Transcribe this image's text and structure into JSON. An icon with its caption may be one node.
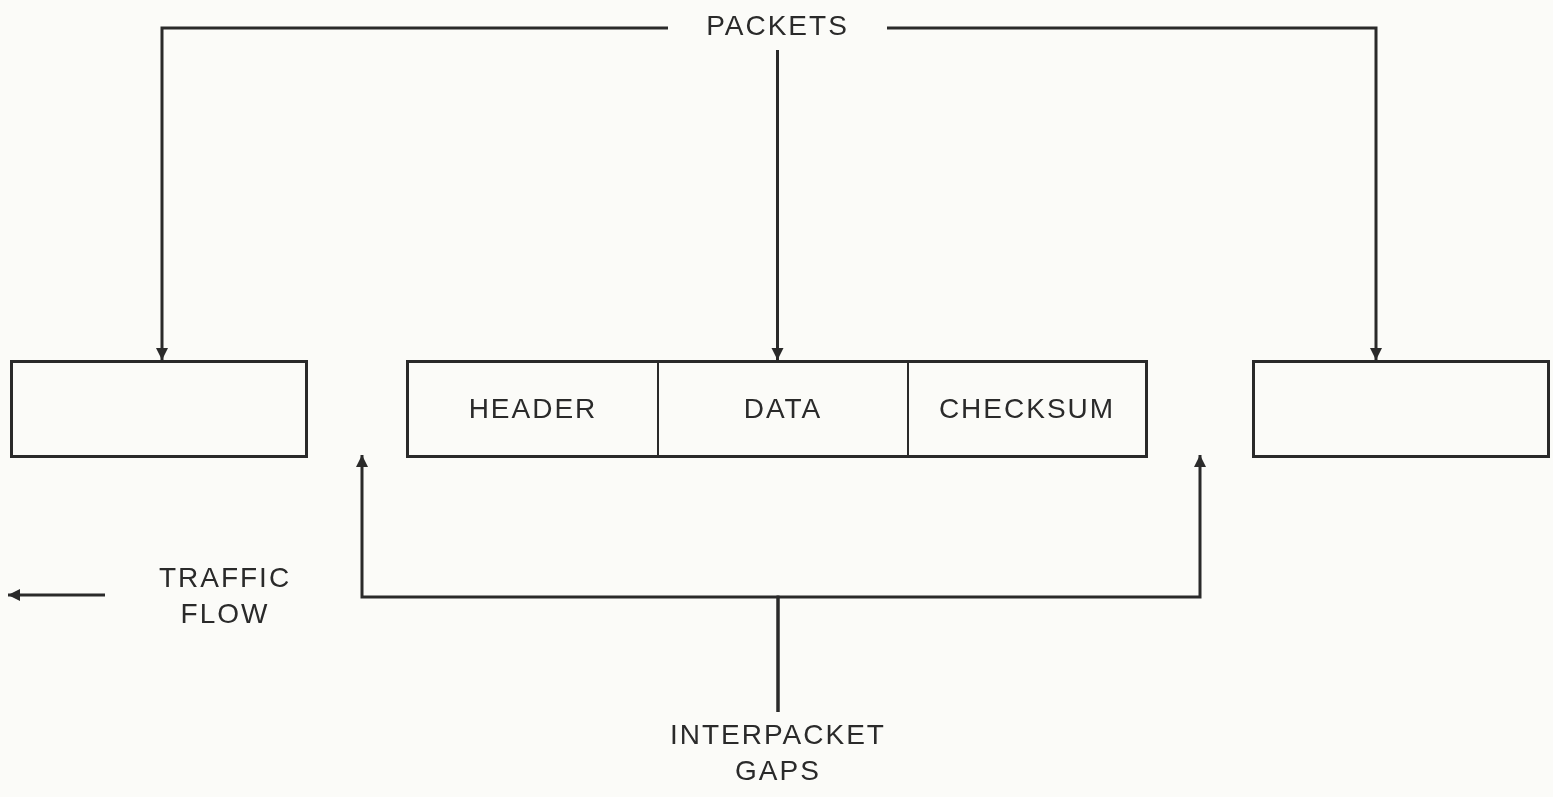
{
  "diagram": {
    "nodes": [
      {
        "text": [
          "PACKETS"
        ]
      },
      {
        "text": [],
        "shape": "box"
      },
      {
        "text": [],
        "shape": "box"
      },
      {
        "text": [
          "HEADER"
        ],
        "in": 2
      },
      {
        "text": [
          "DATA"
        ],
        "in": 2
      },
      {
        "text": [
          "CHECKSUM"
        ],
        "in": 2
      },
      {
        "text": [],
        "shape": "box"
      },
      {
        "text": [
          "INTERPACKET GAPS"
        ]
      }
    ],
    "edges": [
      {
        "from": 0,
        "to": 1,
        "arrow": "to"
      },
      {
        "from": 0,
        "to": 2,
        "arrow": "to"
      },
      {
        "from": 0,
        "to": 6,
        "arrow": "to"
      },
      {
        "from": 7,
        "to": null,
        "arrow": "to"
      },
      {
        "from": 7,
        "to": null,
        "arrow": "to"
      }
    ],
    "labels": [
      "TRAFFIC FLOW"
    ]
  }
}
